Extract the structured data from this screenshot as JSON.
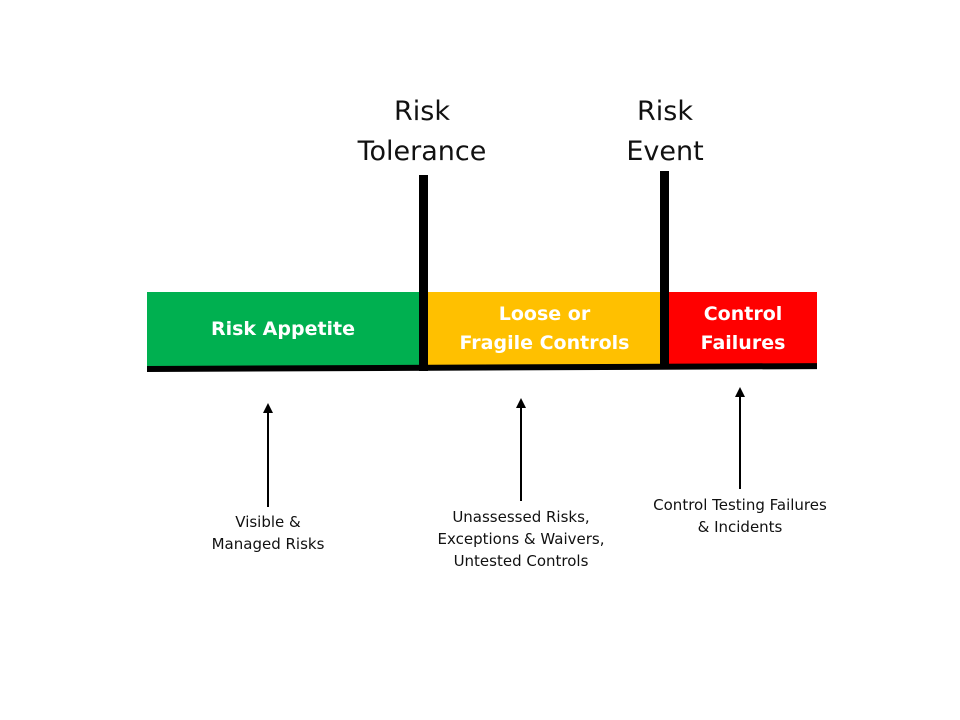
{
  "markers": {
    "tolerance": {
      "line1": "Risk",
      "line2": "Tolerance"
    },
    "event": {
      "line1": "Risk",
      "line2": "Event"
    }
  },
  "segments": {
    "appetite": {
      "line1": "Risk Appetite",
      "color": "#00B050"
    },
    "loose": {
      "line1": "Loose or",
      "line2": "Fragile Controls",
      "color": "#FFC000"
    },
    "failures": {
      "line1": "Control",
      "line2": "Failures",
      "color": "#FF0000"
    }
  },
  "notes": {
    "visible": {
      "line1": "Visible &",
      "line2": "Managed Risks"
    },
    "unassessed": {
      "line1": "Unassessed Risks,",
      "line2": "Exceptions & Waivers,",
      "line3": "Untested Controls"
    },
    "testing": {
      "line1": "Control Testing Failures",
      "line2": "& Incidents"
    }
  }
}
